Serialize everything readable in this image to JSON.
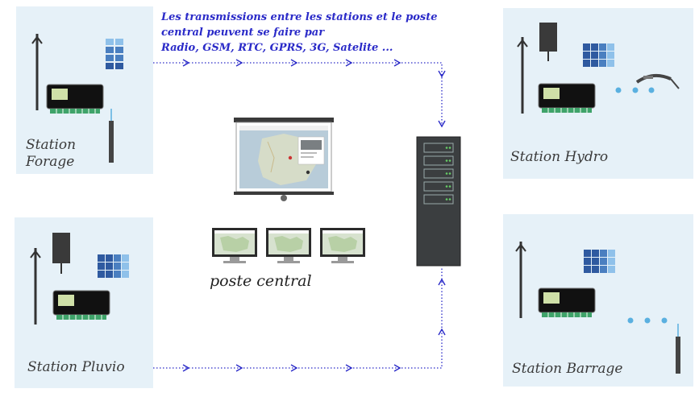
{
  "note": {
    "line1": "Les transmissions entre les stations et le poste",
    "line2": "central peuvent se faire par",
    "line3": "Radio, GSM, RTC, GPRS, 3G, Satelite ..."
  },
  "stations": {
    "forage": {
      "line1": "Station",
      "line2": "Forage"
    },
    "hydro": {
      "label": "Station Hydro"
    },
    "pluvio": {
      "label": "Station Pluvio"
    },
    "barrage": {
      "label": "Station Barrage"
    }
  },
  "central": {
    "label": "poste central"
  },
  "colors": {
    "panel": "#e6f1f8",
    "link": "#2a2ac8",
    "solar_dark": "#2f5aa0",
    "solar_light": "#8fc1ea",
    "dot": "#5ab0e0",
    "server": "#3b3e40"
  }
}
